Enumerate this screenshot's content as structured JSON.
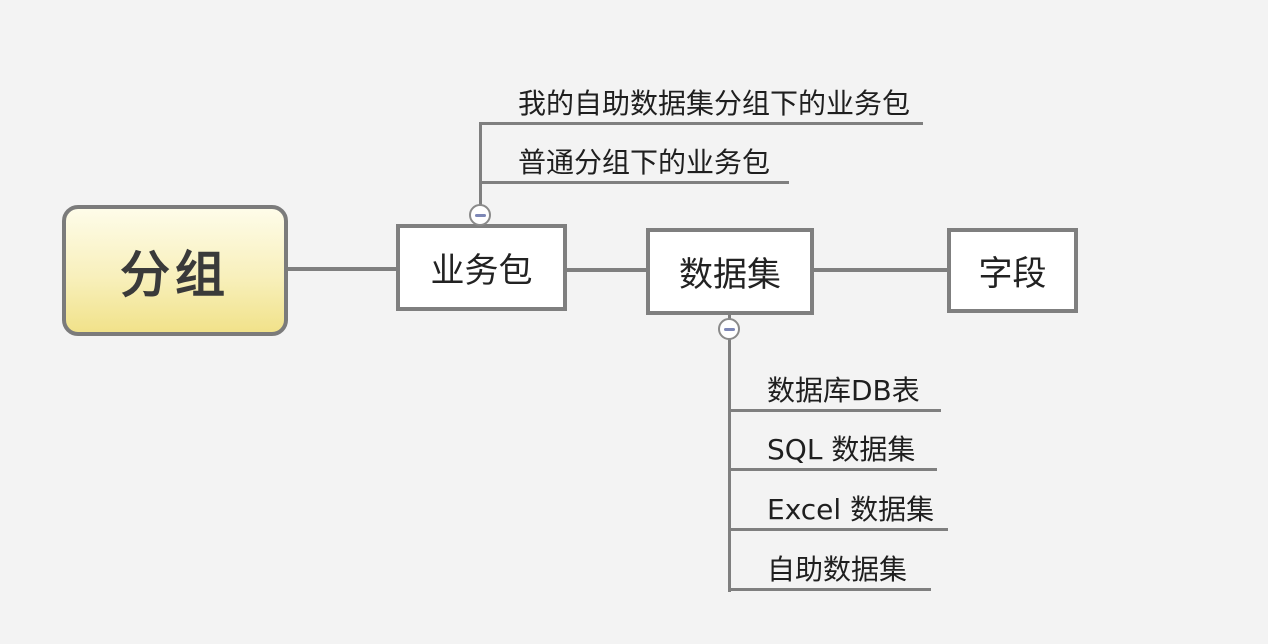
{
  "colors": {
    "background": "#f3f3f3",
    "line": "#7f7f7f",
    "node_border": "#7f7f7f",
    "node_fill": "#ffffff",
    "root_border": "#7b7b7b",
    "root_fill_top": "#fefce9",
    "root_fill_bottom": "#f1e28a",
    "text": "#222222",
    "minus_glyph": "#7d87b6"
  },
  "mindmap": {
    "root": {
      "label": "分组"
    },
    "nodes": [
      {
        "label": "业务包"
      },
      {
        "label": "数据集"
      },
      {
        "label": "字段"
      }
    ],
    "business_package_children": [
      {
        "label": "我的自助数据集分组下的业务包"
      },
      {
        "label": "普通分组下的业务包"
      }
    ],
    "dataset_children": [
      {
        "label": "数据库DB表"
      },
      {
        "label": "SQL 数据集"
      },
      {
        "label": "Excel 数据集"
      },
      {
        "label": "自助数据集"
      }
    ],
    "toggles": [
      {
        "icon": "minus-circle",
        "state": "expanded"
      },
      {
        "icon": "minus-circle",
        "state": "expanded"
      }
    ]
  }
}
